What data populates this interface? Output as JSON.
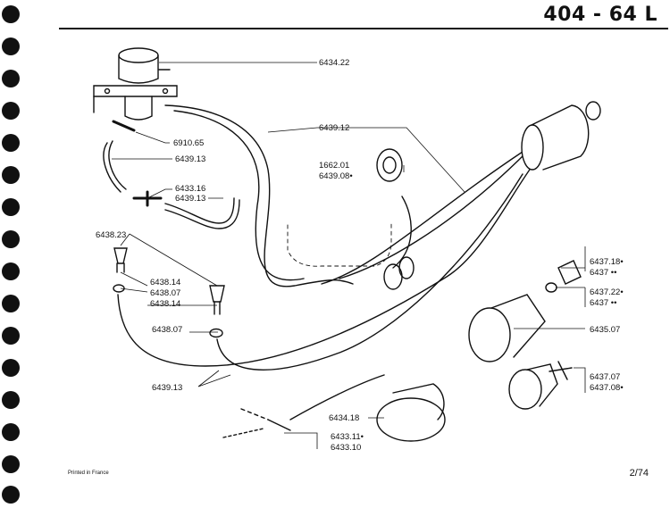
{
  "header": {
    "title": "404 - 64 L"
  },
  "callouts": {
    "c1": "6434.22",
    "c2": "6439.12",
    "c3": "6910.65",
    "c4": "6439.13",
    "c5a": "1662.01",
    "c5b": "6439.08•",
    "c6a": "6433.16",
    "c6b": "6439.13",
    "c7": "6438.23",
    "c8a": "6437.18•",
    "c8b": "6437 ••",
    "c9a": "6437.22•",
    "c9b": "6437 ••",
    "c10a": "6438.14",
    "c10b": "6438.07",
    "c11": "6438.14",
    "c12": "6435.07",
    "c13": "6438.07",
    "c14a": "6437.07",
    "c14b": "6437.08•",
    "c15": "6439.13",
    "c16": "6434.18",
    "c17a": "6433.11•",
    "c17b": "6433.10"
  },
  "footer": {
    "printed": "Printed in France",
    "page": "2/74"
  }
}
